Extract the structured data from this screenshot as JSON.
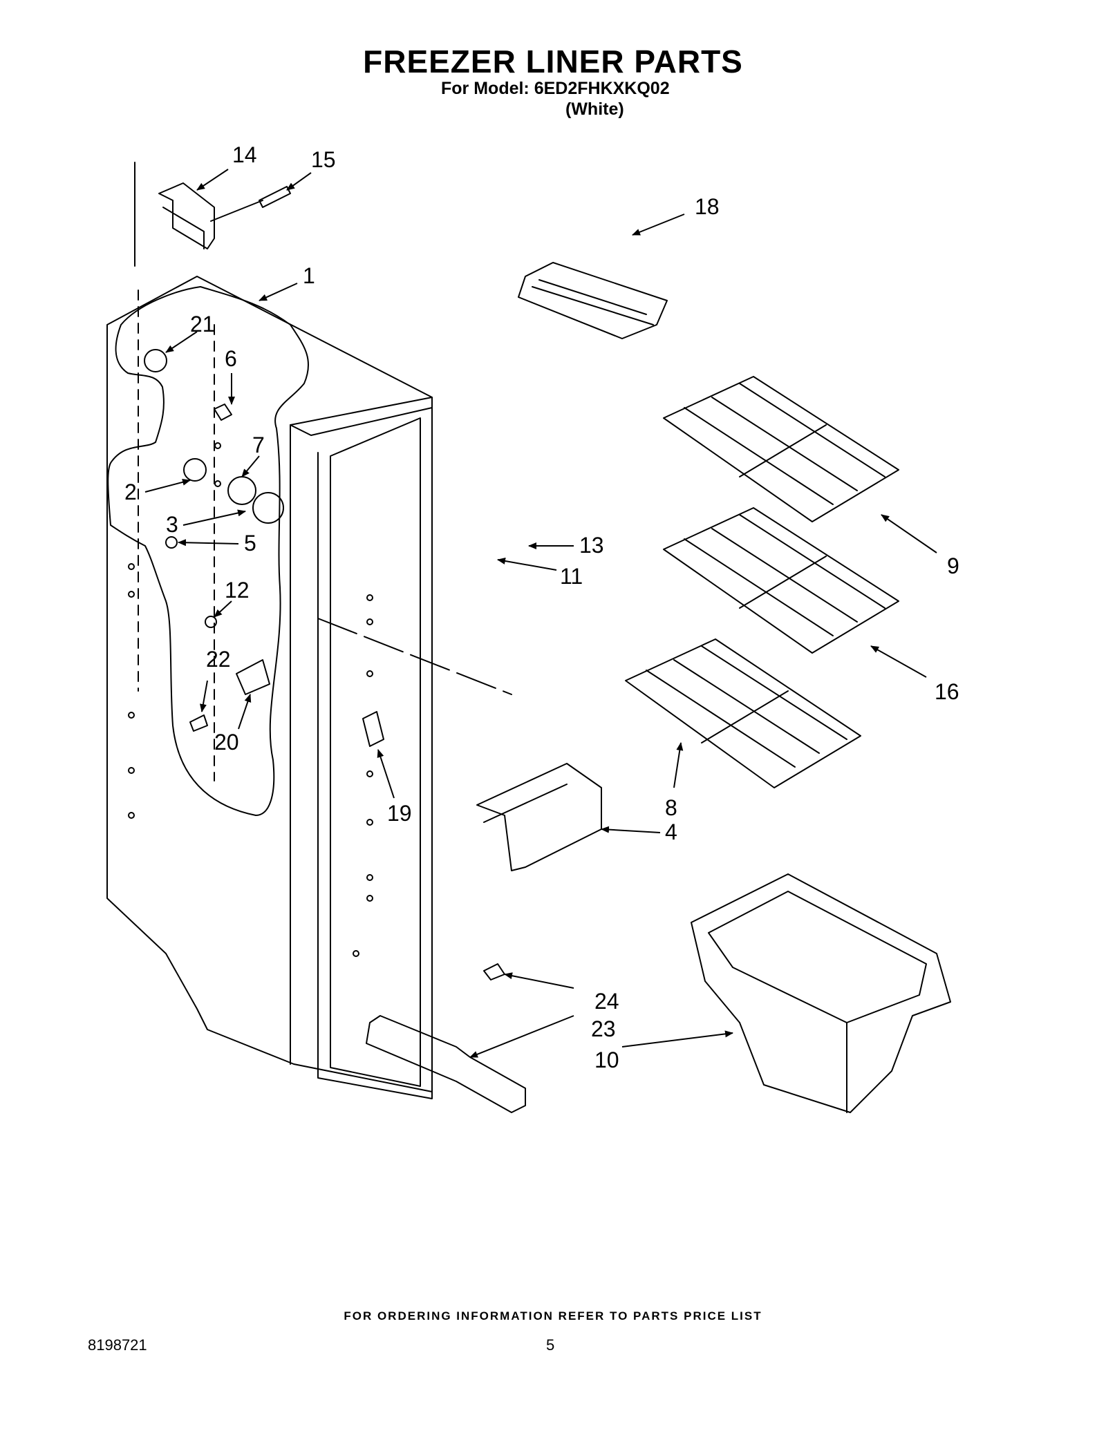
{
  "header": {
    "title": "FREEZER LINER PARTS",
    "model_line": "For Model: 6ED2FHKXKQ02",
    "color_line": "(White)"
  },
  "callouts": [
    "1",
    "2",
    "3",
    "4",
    "5",
    "6",
    "7",
    "8",
    "9",
    "10",
    "11",
    "12",
    "13",
    "14",
    "15",
    "16",
    "18",
    "19",
    "20",
    "21",
    "22",
    "23",
    "24"
  ],
  "footer": {
    "note": "FOR ORDERING INFORMATION REFER TO PARTS PRICE LIST",
    "doc_number": "8198721",
    "page_number": "5"
  }
}
